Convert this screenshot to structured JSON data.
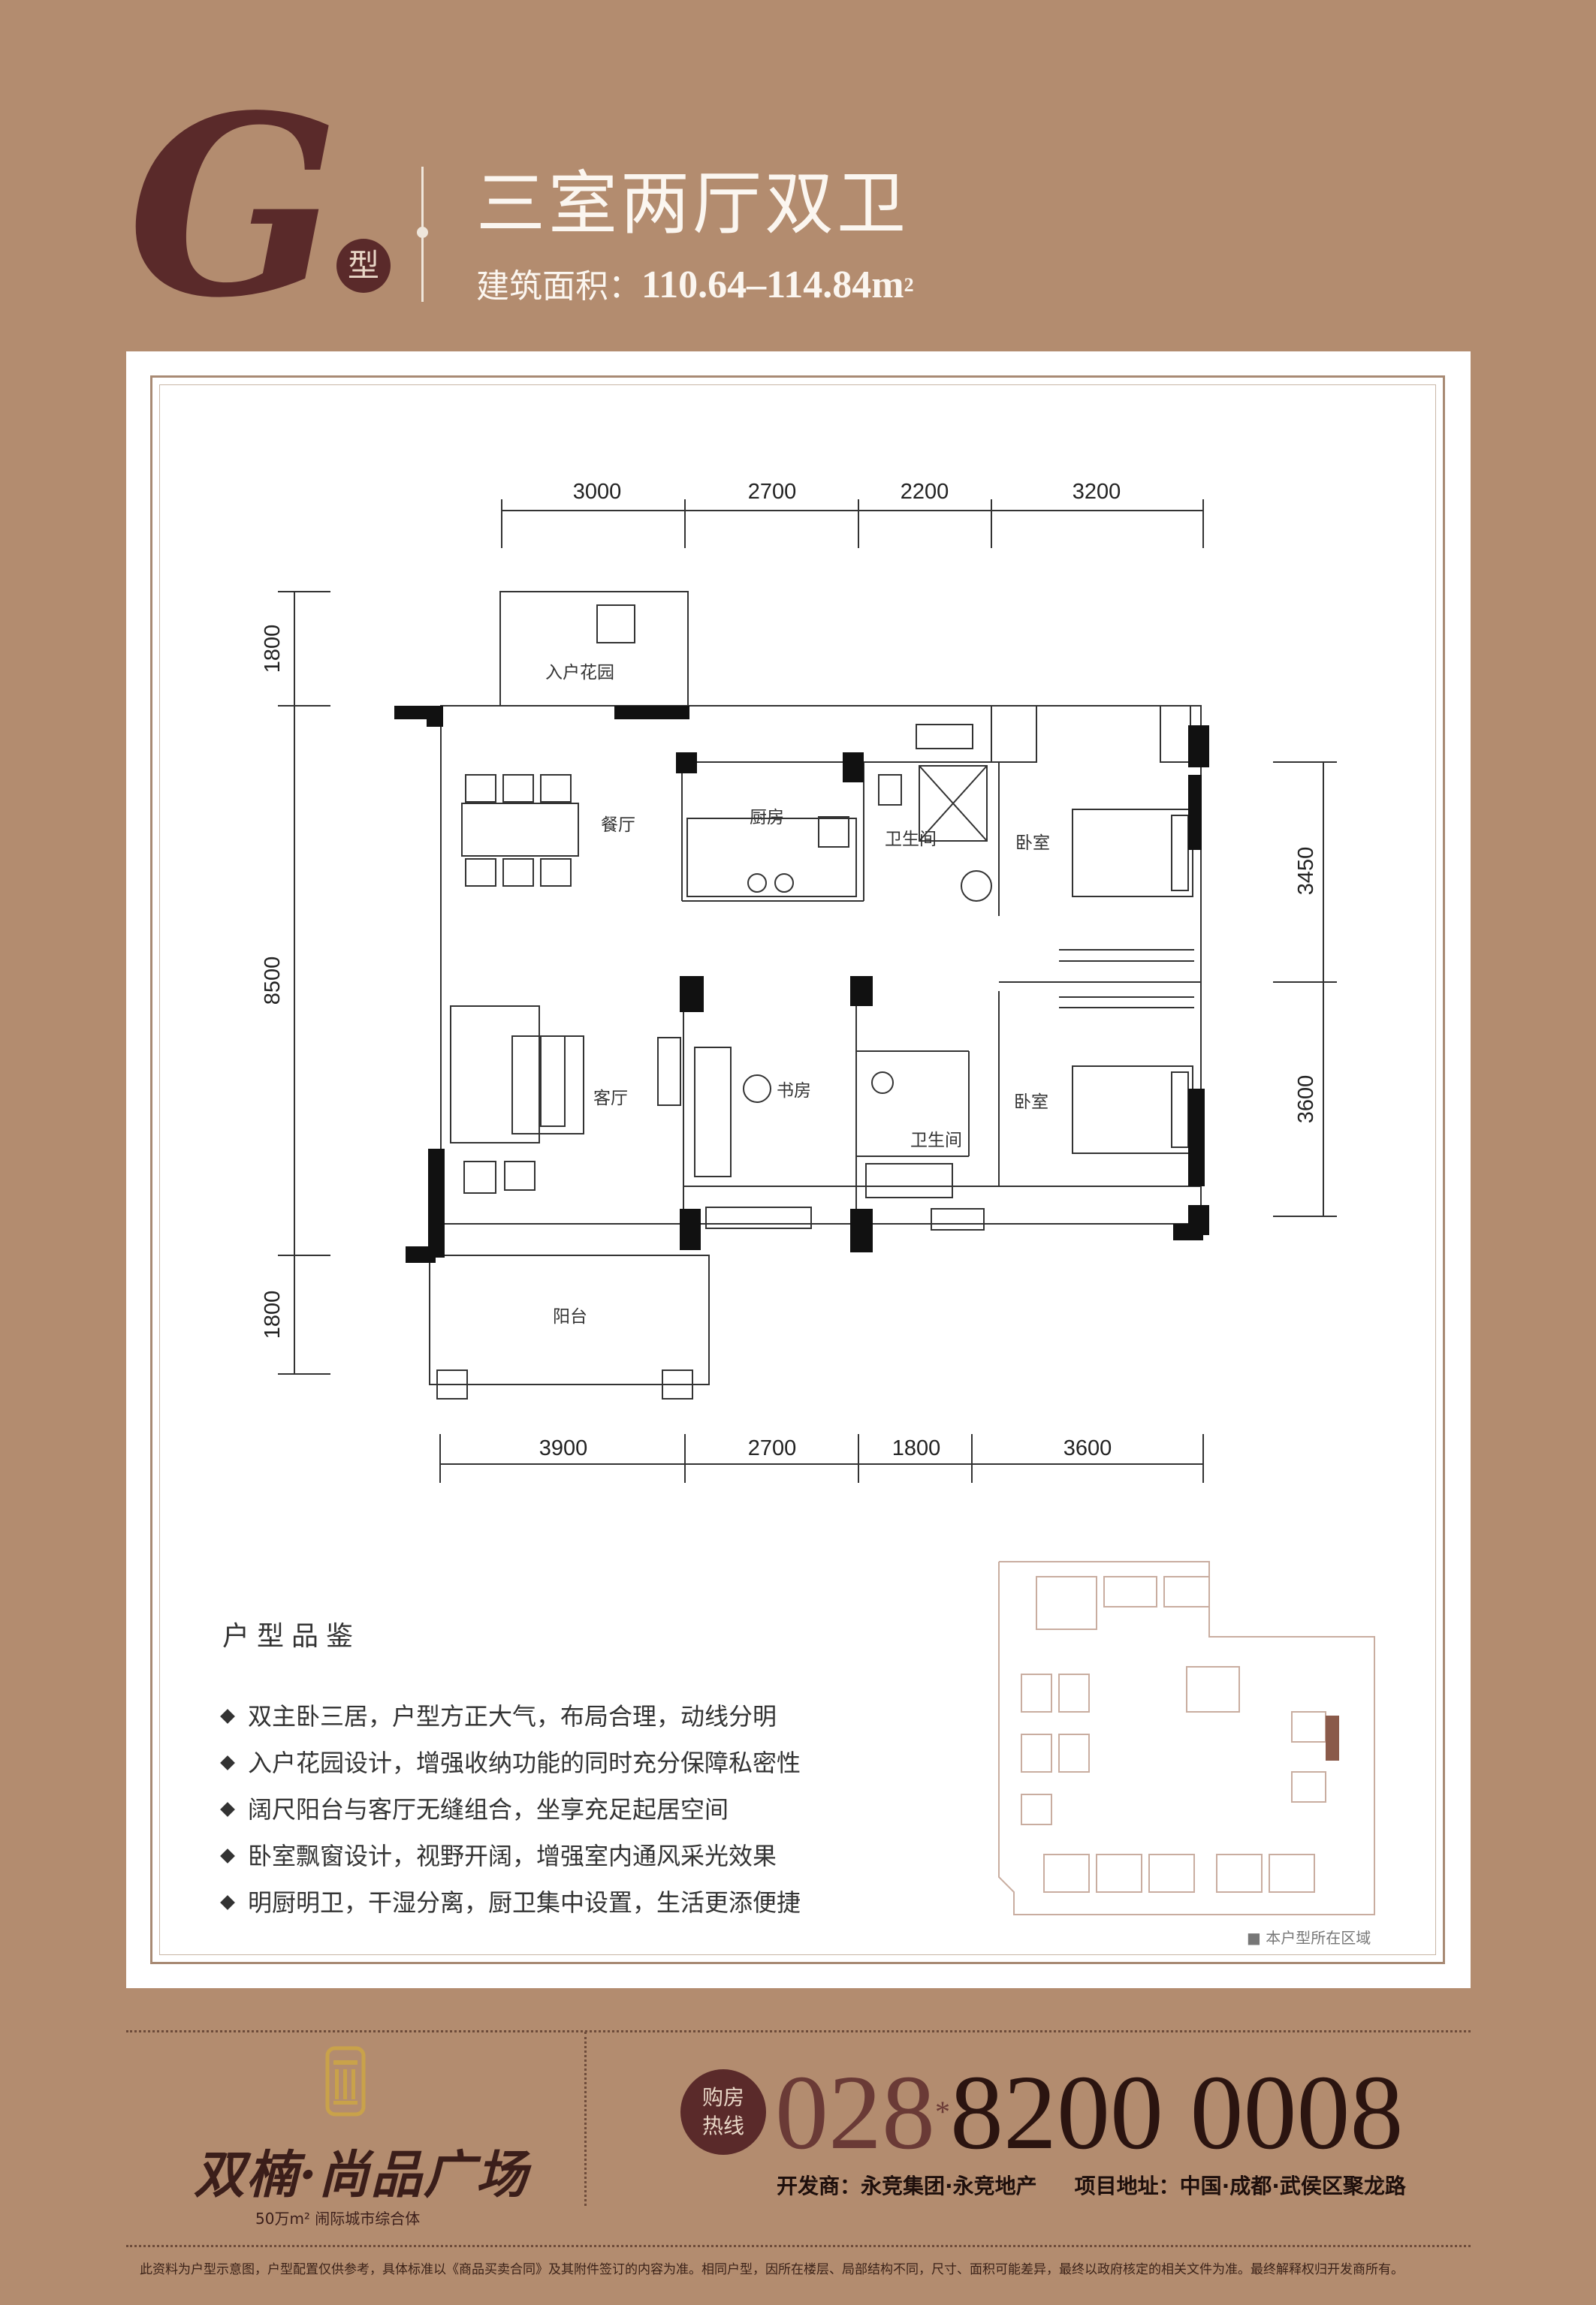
{
  "header": {
    "type_letter": "G",
    "type_suffix": "型",
    "layout_title": "三室两厅双卫",
    "area_label": "建筑面积：",
    "area_value": "110.64–114.84m",
    "area_unit_sup": "2"
  },
  "floorplan": {
    "rooms": {
      "entry_garden": "入户花园",
      "dining": "餐厅",
      "kitchen": "厨房",
      "bathroom_1": "卫生间",
      "bedroom_1": "卧室",
      "living": "客厅",
      "study": "书房",
      "bathroom_2": "卫生间",
      "bedroom_2": "卧室",
      "balcony": "阳台"
    },
    "dims_top": [
      "3000",
      "2700",
      "2200",
      "3200"
    ],
    "dims_bottom": [
      "3900",
      "2700",
      "1800",
      "3600"
    ],
    "dims_left": [
      "1800",
      "8500",
      "1800"
    ],
    "dims_right": [
      "3450",
      "3600"
    ]
  },
  "features": {
    "title": "户型品鉴",
    "items": [
      "双主卧三居，户型方正大气，布局合理，动线分明",
      "入户花园设计，增强收纳功能的同时充分保障私密性",
      "阔尺阳台与客厅无缝组合，坐享充足起居空间",
      "卧室飘窗设计，视野开阔，增强室内通风采光效果",
      "明厨明卫，干湿分离，厨卫集中设置，生活更添便捷"
    ]
  },
  "site_plan": {
    "caption": "■ 本户型所在区域"
  },
  "footer": {
    "brand_name": "双楠·尚品广场",
    "brand_sub": "50万m² 闹际城市综合体",
    "hotline_line1": "购房",
    "hotline_line2": "热线",
    "phone_area": "028",
    "phone_star": "*",
    "phone_number": "8200 0008",
    "developer": "开发商：永竞集团·永竞地产",
    "address": "项目地址：中国·成都·武侯区聚龙路",
    "disclaimer": "此资料为户型示意图，户型配置仅供参考，具体标准以《商品买卖合同》及其附件签订的内容为准。相同户型，因所在楼层、局部结构不同，尺寸、面积可能差异，最终以政府核定的相关文件为准。最终解释权归开发商所有。"
  },
  "colors": {
    "background": "#b38c6f",
    "accent": "#5a2a2a",
    "card": "#ffffff"
  }
}
